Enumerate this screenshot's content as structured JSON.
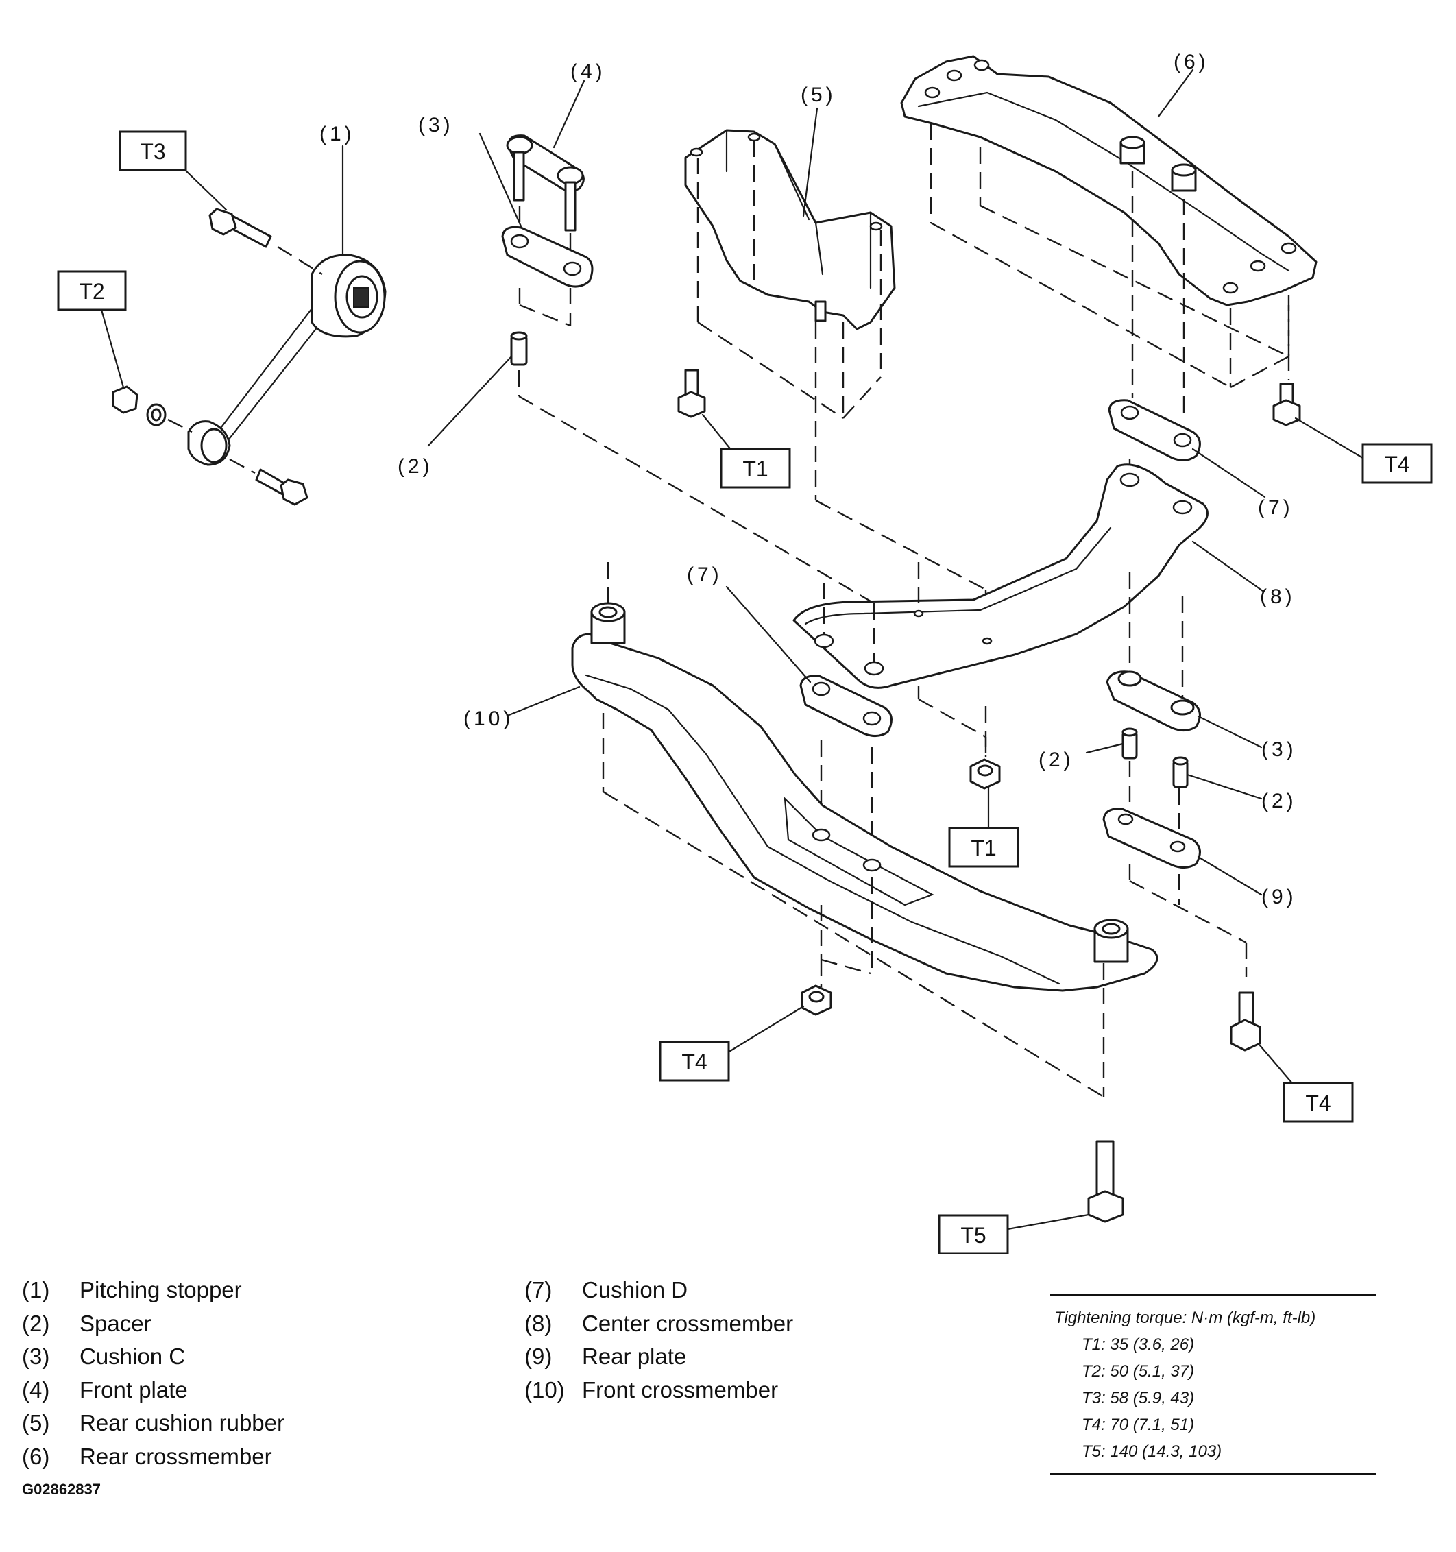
{
  "callouts": {
    "c1": "(1)",
    "c2a": "(2)",
    "c2b": "(2)",
    "c2c": "(2)",
    "c3a": "(3)",
    "c3b": "(3)",
    "c4": "(4)",
    "c5": "(5)",
    "c6": "(6)",
    "c7a": "(7)",
    "c7b": "(7)",
    "c8": "(8)",
    "c9": "(9)",
    "c10": "(10)"
  },
  "torque_tags": {
    "t3": "T3",
    "t2": "T2",
    "t1a": "T1",
    "t1b": "T1",
    "t4a": "T4",
    "t4b": "T4",
    "t4c": "T4",
    "t5": "T5"
  },
  "legend": {
    "col1": [
      {
        "num": "(1)",
        "label": "Pitching stopper"
      },
      {
        "num": "(2)",
        "label": "Spacer"
      },
      {
        "num": "(3)",
        "label": "Cushion C"
      },
      {
        "num": "(4)",
        "label": "Front plate"
      },
      {
        "num": "(5)",
        "label": "Rear cushion rubber"
      },
      {
        "num": "(6)",
        "label": "Rear crossmember"
      }
    ],
    "col2": [
      {
        "num": "(7)",
        "label": "Cushion D"
      },
      {
        "num": "(8)",
        "label": "Center crossmember"
      },
      {
        "num": "(9)",
        "label": "Rear plate"
      },
      {
        "num": "(10)",
        "label": "Front crossmember"
      }
    ]
  },
  "torque_table": {
    "title": "Tightening torque: N·m (kgf-m, ft-lb)",
    "rows": [
      "T1: 35 (3.6, 26)",
      "T2: 50 (5.1, 37)",
      "T3: 58 (5.9, 43)",
      "T4: 70 (7.1, 51)",
      "T5: 140 (14.3, 103)"
    ]
  },
  "figure_code": "G02862837"
}
